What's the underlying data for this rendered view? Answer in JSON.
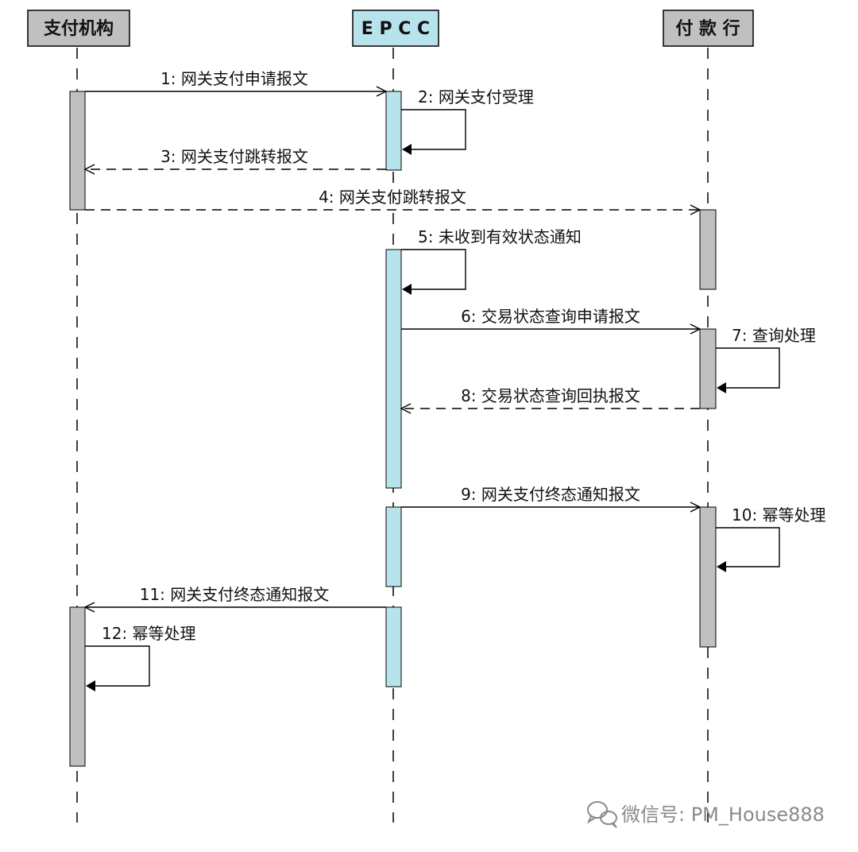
{
  "participants": [
    {
      "id": "org",
      "label": "支付机构",
      "color": "#c0c0c0"
    },
    {
      "id": "epcc",
      "label": "E P C C",
      "color": "#b7e4ec"
    },
    {
      "id": "bank",
      "label": "付 款 行",
      "color": "#c0c0c0"
    }
  ],
  "messages": [
    {
      "label": "1: 网关支付申请报文",
      "from": "org",
      "to": "epcc",
      "style": "solid"
    },
    {
      "label": "2: 网关支付受理",
      "from": "epcc",
      "to": "epcc",
      "style": "self"
    },
    {
      "label": "3: 网关支付跳转报文",
      "from": "epcc",
      "to": "org",
      "style": "dashed"
    },
    {
      "label": "4: 网关支付跳转报文",
      "from": "org",
      "to": "bank",
      "style": "dashed"
    },
    {
      "label": "5: 未收到有效状态通知",
      "from": "epcc",
      "to": "epcc",
      "style": "self"
    },
    {
      "label": "6: 交易状态查询申请报文",
      "from": "epcc",
      "to": "bank",
      "style": "solid"
    },
    {
      "label": "7: 查询处理",
      "from": "bank",
      "to": "bank",
      "style": "self"
    },
    {
      "label": "8: 交易状态查询回执报文",
      "from": "bank",
      "to": "epcc",
      "style": "dashed"
    },
    {
      "label": "9: 网关支付终态通知报文",
      "from": "epcc",
      "to": "bank",
      "style": "solid"
    },
    {
      "label": "10: 幂等处理",
      "from": "bank",
      "to": "bank",
      "style": "self"
    },
    {
      "label": "11: 网关支付终态通知报文",
      "from": "epcc",
      "to": "org",
      "style": "solid"
    },
    {
      "label": "12: 幂等处理",
      "from": "org",
      "to": "org",
      "style": "self"
    }
  ],
  "watermark": {
    "text": "微信号: PM_House888",
    "icon": "wechat-icon"
  }
}
